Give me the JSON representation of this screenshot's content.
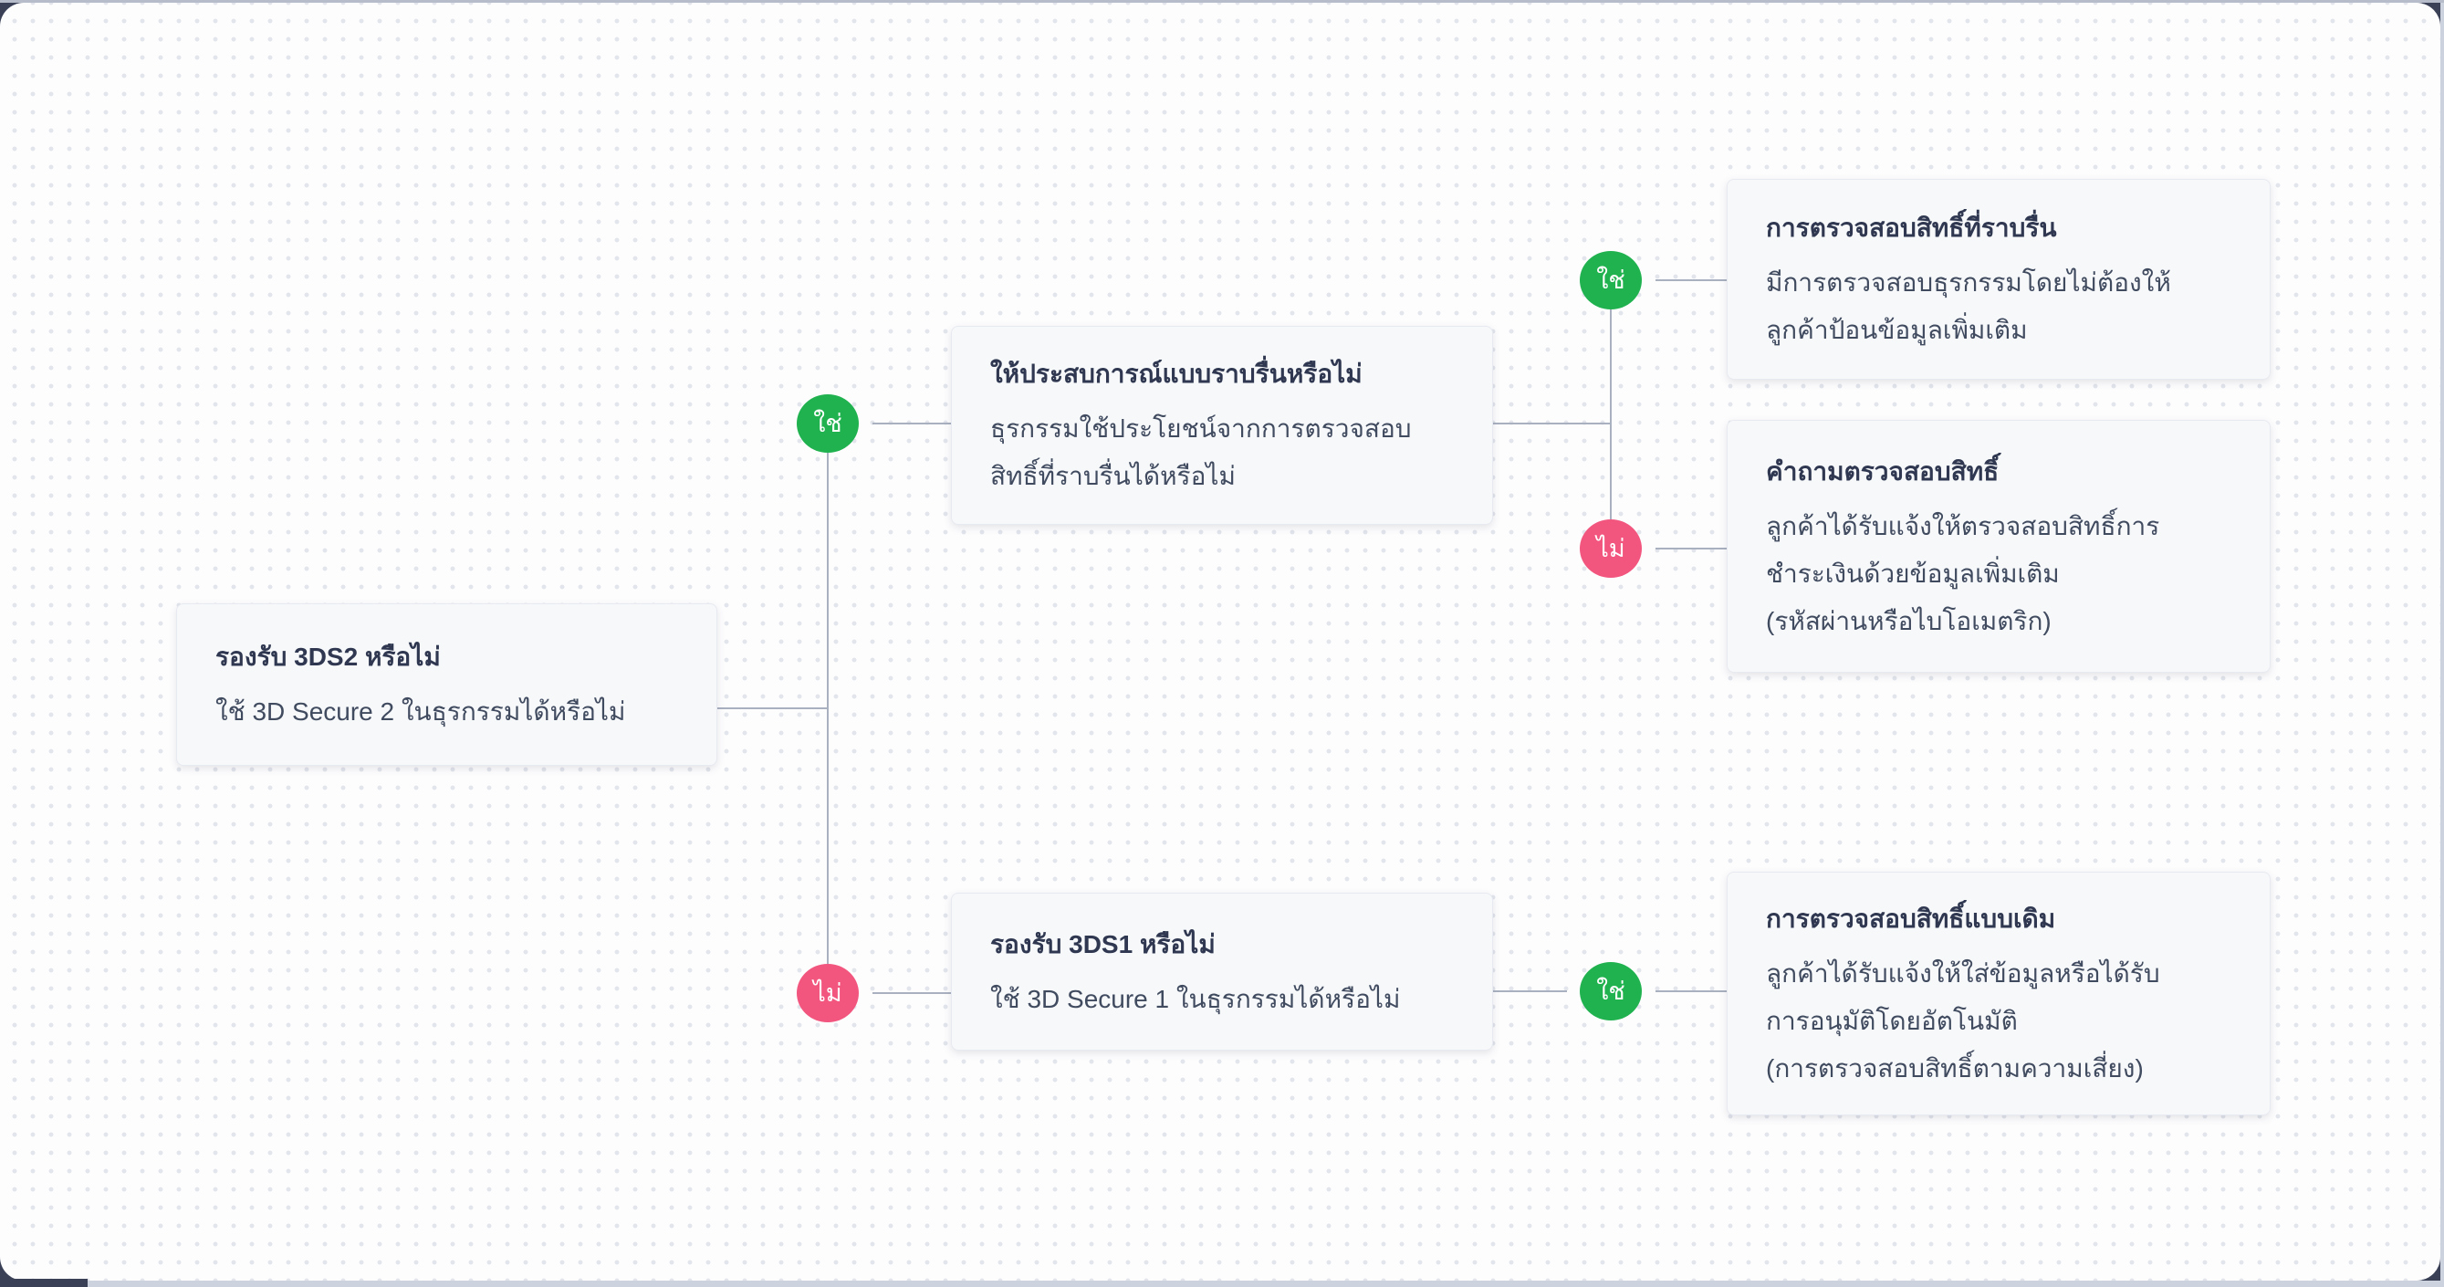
{
  "diagram": {
    "badge_yes_label": "ใช่",
    "badge_no_label": "ไม่",
    "colors": {
      "yes_badge": "#21b250",
      "no_badge": "#f2567f",
      "connector": "#a9b1c0",
      "node_background": "#f6f8fa",
      "canvas_background": "#fdfdfe",
      "canvas_dots": "#e2e5ec",
      "page_background": "#3a4157",
      "title_text": "#2f3850",
      "body_text": "#414b60"
    },
    "nodes": {
      "supports_3ds2": {
        "title": "รองรับ 3DS2 หรือไม่",
        "body": "ใช้ 3D Secure 2 ในธุรกรรมได้หรือไม่"
      },
      "frictionless_experience": {
        "title": "ให้ประสบการณ์แบบราบรื่นหรือไม่",
        "body": "ธุรกรรมใช้ประโยชน์จากการตรวจสอบ\nสิทธิ์ที่ราบรื่นได้หรือไม่"
      },
      "supports_3ds1": {
        "title": "รองรับ 3DS1 หรือไม่",
        "body": "ใช้ 3D Secure 1 ในธุรกรรมได้หรือไม่"
      },
      "frictionless_auth": {
        "title": "การตรวจสอบสิทธิ์ที่ราบรื่น",
        "body": "มีการตรวจสอบธุรกรรมโดยไม่ต้องให้\nลูกค้าป้อนข้อมูลเพิ่มเติม"
      },
      "challenge_auth": {
        "title": "คำถามตรวจสอบสิทธิ์",
        "body": "ลูกค้าได้รับแจ้งให้ตรวจสอบสิทธิ์การ\nชำระเงินด้วยข้อมูลเพิ่มเติม\n(รหัสผ่านหรือไบโอเมตริก)"
      },
      "legacy_auth": {
        "title": "การตรวจสอบสิทธิ์แบบเดิม",
        "body": "ลูกค้าได้รับแจ้งให้ใส่ข้อมูลหรือได้รับ\nการอนุมัติโดยอัตโนมัติ\n(การตรวจสอบสิทธิ์ตามความเสี่ยง)"
      }
    }
  }
}
